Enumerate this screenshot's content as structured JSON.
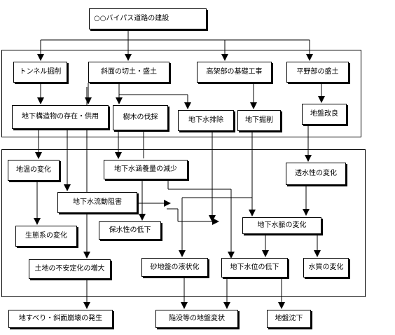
{
  "title": "○○バイパス道路の建設",
  "causes": {
    "tunnel": "トンネル掘削",
    "slope": "斜面の切土・盛土",
    "viaduct": "高架部の基礎工事",
    "plain": "平野部の盛土",
    "underground": "地下構造物の存在・供用",
    "trees": "樹木の伐採",
    "drainage": "地下水排除",
    "excavation": "地下掘削",
    "soil_improvement": "地盤改良"
  },
  "effects": {
    "temperature": "地温の変化",
    "recharge": "地下水涵養量の減少",
    "permeability": "透水性の変化",
    "flow_obstruction": "地下水流動阻害",
    "ecosystem": "生態系の変化",
    "retention": "保水性の低下",
    "vein": "地下水脈の変化",
    "instability": "土地の不安定化の増大",
    "liquefaction": "砂地盤の液状化",
    "level_drop": "地下水位の低下",
    "quality": "水質の変化"
  },
  "outcomes": {
    "landslide": "地すべり・斜面崩壊の発生",
    "sinking": "陥没等の地盤変状",
    "subsidence": "地盤沈下"
  },
  "colors": {
    "line": "#000000",
    "box": "#ffffff"
  }
}
